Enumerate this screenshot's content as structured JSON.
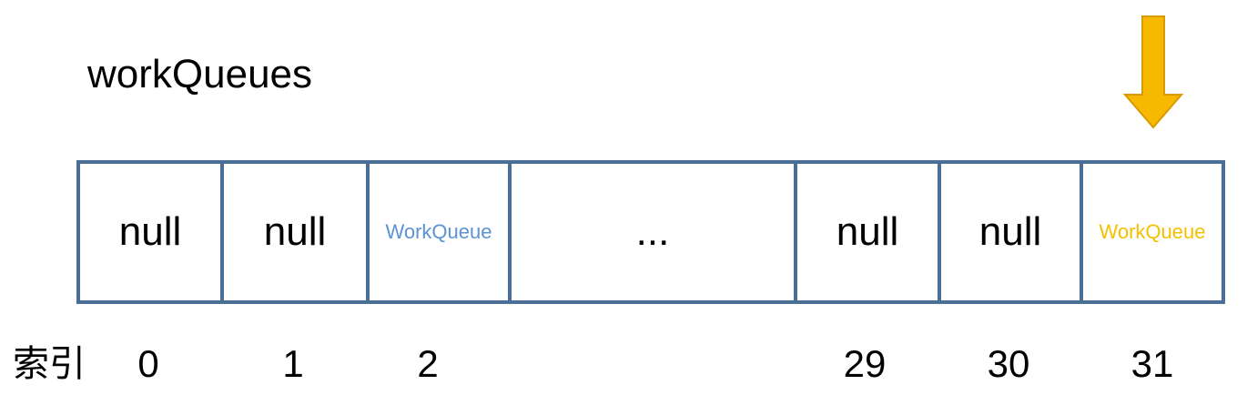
{
  "title": "workQueues",
  "cells": [
    "null",
    "null",
    "WorkQueue",
    "...",
    "null",
    "null",
    "WorkQueue"
  ],
  "index_label": "索引",
  "indices": [
    "0",
    "1",
    "2",
    "29",
    "30",
    "31"
  ],
  "colors": {
    "border": "#4a6e96",
    "workqueue_blue": "#5b93d6",
    "workqueue_yellow": "#f5c000",
    "arrow": "#f7b900"
  }
}
